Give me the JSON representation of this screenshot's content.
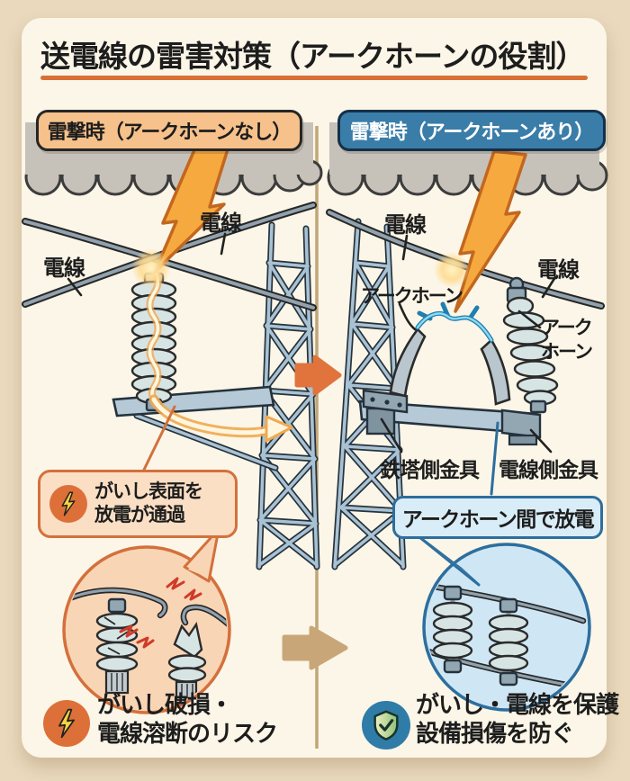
{
  "title": "送電線の雷害対策（アークホーンの役割）",
  "left_panel": {
    "badge": "雷撃時（アークホーンなし）",
    "labels": {
      "wire_top": "電線",
      "wire_left": "電線"
    },
    "callout": {
      "line1": "がいし表面を",
      "line2": "放電が通過"
    },
    "result": {
      "line1": "がいし破損・",
      "line2": "電線溶断のリスク"
    }
  },
  "right_panel": {
    "badge": "雷撃時（アークホーンあり）",
    "labels": {
      "wire_top": "電線",
      "wire_right": "電線",
      "arc_horn_left": "アークホーン",
      "arc_horn_right_line1": "アーク",
      "arc_horn_right_line2": "ホーン",
      "fitting_tower": "鉄塔側金具",
      "fitting_wire": "電線側金具"
    },
    "callout": "アークホーン間で放電",
    "result": {
      "line1": "がいし・電線を保護",
      "line2": "設備損傷を防ぐ"
    }
  },
  "icons": {
    "risk": "lightning-bolt-icon",
    "benefit": "shield-check-icon",
    "mid_arrow": "right-arrow-icon",
    "bottom_arrow": "right-arrow-icon"
  },
  "colors": {
    "background": "#EAD9BD",
    "card": "#FBF6E7",
    "accent_orange": "#DD7038",
    "accent_blue": "#2D6E9E",
    "badge_orange": "#F6C18B",
    "badge_blue": "#3A7DA8",
    "cloud": "#C7C2B9",
    "lightning": "#F6A93E",
    "discharge_blue": "#4DB5E6",
    "callout_peach": "#FBDFC4",
    "callout_blue": "#D9EDF8",
    "bubble_peach": "#F8D5B5",
    "bubble_blue": "#CFE7F4",
    "arrow_tan": "#C8A678",
    "spark_red": "#CF3B28"
  }
}
